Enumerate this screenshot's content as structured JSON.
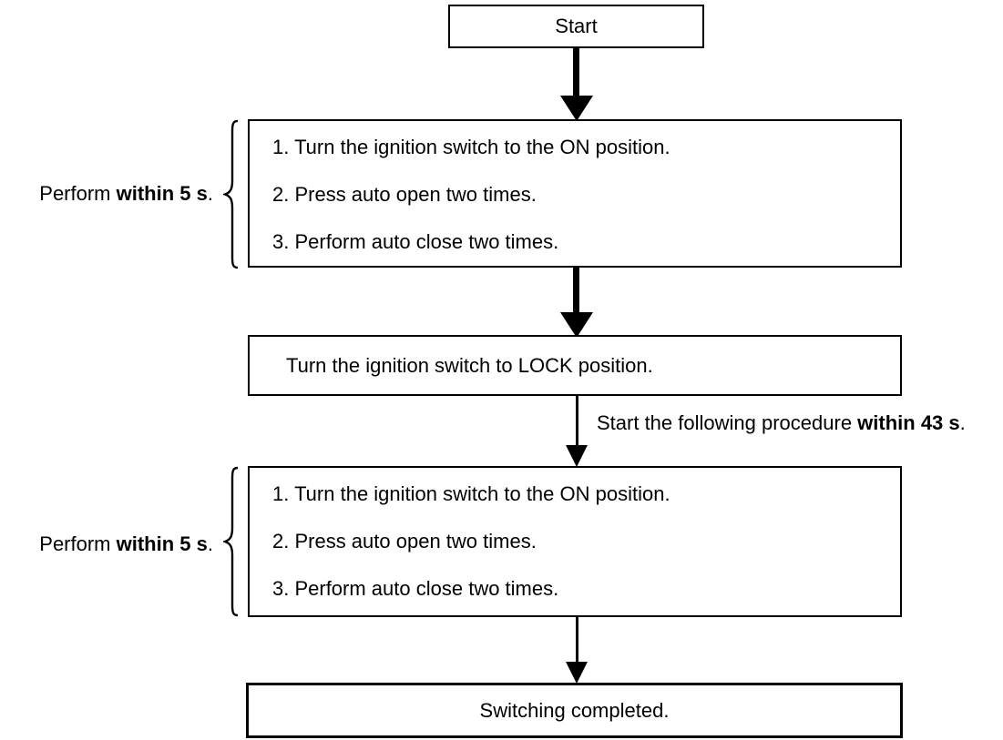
{
  "page": {
    "background": "#ffffff",
    "ink": "#000000"
  },
  "flow": {
    "start_label": "Start",
    "procedure1": {
      "steps": [
        "1. Turn the ignition switch to the ON position.",
        "2. Press auto open two times.",
        "3. Perform auto close two times."
      ],
      "note": {
        "normal": "Perform ",
        "bold": "within 5 s",
        "period": "."
      }
    },
    "lock_label": "Turn the ignition switch to LOCK position.",
    "transition_note": {
      "normal": "Start the following procedure ",
      "bold": "within 43 s",
      "period": "."
    },
    "procedure2": {
      "steps": [
        "1. Turn the ignition switch to the ON position.",
        "2. Press auto open two times.",
        "3. Perform auto close two times."
      ],
      "note": {
        "normal": "Perform ",
        "bold": "within 5 s",
        "period": "."
      }
    },
    "end_label": "Switching completed."
  }
}
